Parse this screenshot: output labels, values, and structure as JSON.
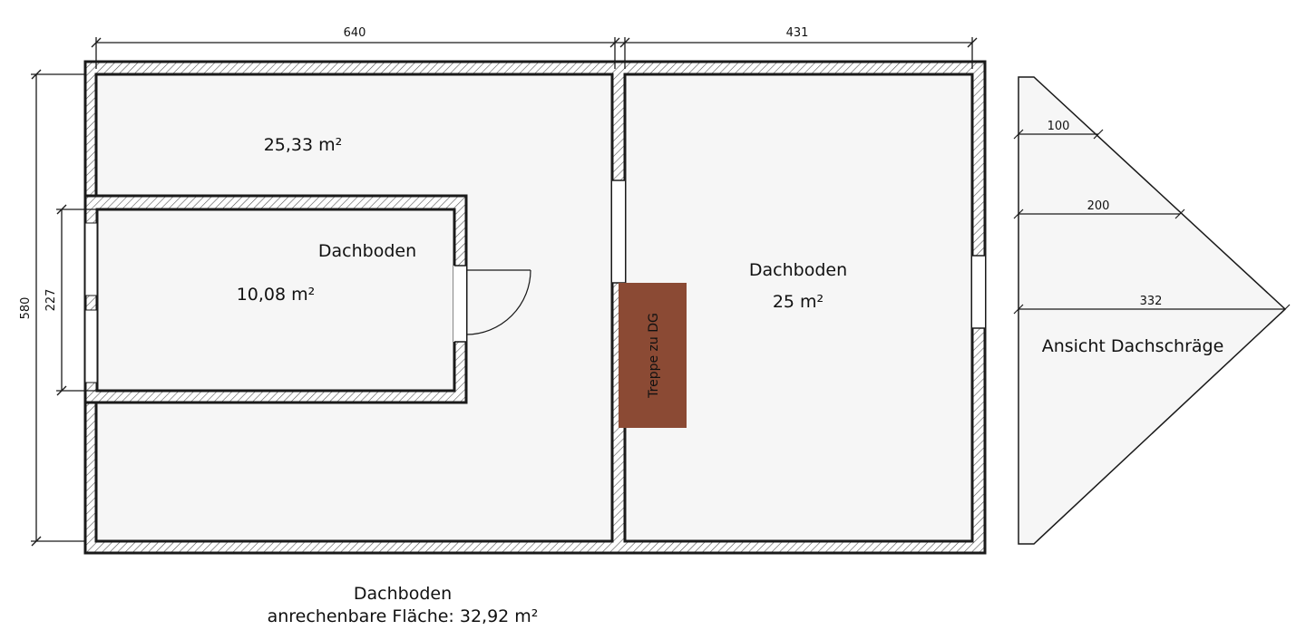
{
  "colors": {
    "wall": "#1a1a1a",
    "floor": "#f6f6f6",
    "hatch": "#555555",
    "stair": "#8b4a34",
    "background": "#ffffff"
  },
  "dimensions": {
    "top_left_width": "640",
    "top_right_width": "431",
    "left_total_height": "580",
    "left_inner_height": "227"
  },
  "rooms": {
    "left_main": {
      "area": "25,33 m²"
    },
    "inner": {
      "name": "Dachboden",
      "area": "10,08 m²"
    },
    "right": {
      "name": "Dachboden",
      "area": "25 m²"
    }
  },
  "stair": {
    "label": "Treppe zu DG"
  },
  "roof_slope_view": {
    "title": "Ansicht Dachschräge",
    "measure_1": "100",
    "measure_2": "200",
    "measure_3": "332"
  },
  "caption": {
    "line1": "Dachboden",
    "line2": "anrechenbare Fläche: 32,92 m²"
  }
}
